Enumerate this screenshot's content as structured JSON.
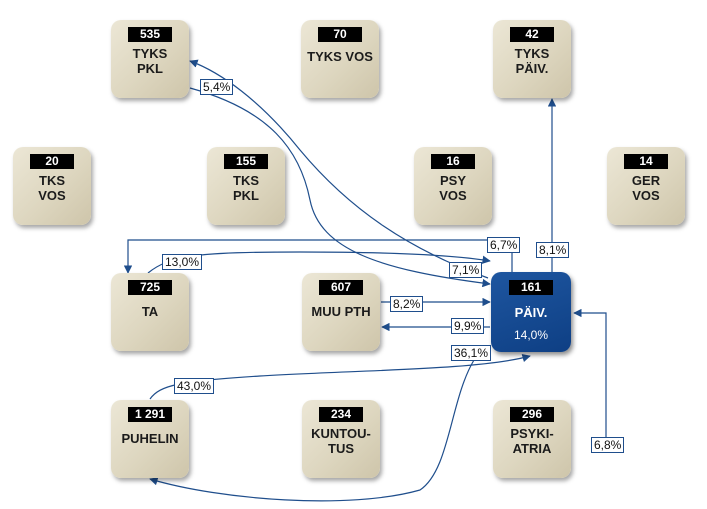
{
  "nodes": {
    "tyks_pkl": {
      "count": "535",
      "label": "TYKS\nPKL"
    },
    "tyks_vos": {
      "count": "70",
      "label": "TYKS VOS"
    },
    "tyks_paiv": {
      "count": "42",
      "label": "TYKS\nPÄIV."
    },
    "tks_vos": {
      "count": "20",
      "label": "TKS\nVOS"
    },
    "tks_pkl": {
      "count": "155",
      "label": "TKS\nPKL"
    },
    "psy_vos": {
      "count": "16",
      "label": "PSY\nVOS"
    },
    "ger_vos": {
      "count": "14",
      "label": "GER\nVOS"
    },
    "ta": {
      "count": "725",
      "label": "TA"
    },
    "muu_pth": {
      "count": "607",
      "label": "MUU PTH"
    },
    "paiv": {
      "count": "161",
      "label": "PÄIV.",
      "share": "14,0%"
    },
    "puhelin": {
      "count": "1 291",
      "label": "PUHELIN"
    },
    "kuntoutus": {
      "count": "234",
      "label": "KUNTOU-\nTUS"
    },
    "psykiatria": {
      "count": "296",
      "label": "PSYKI-\nATRIA"
    }
  },
  "edges": {
    "paiv_to_tyks_pkl": "5,4%",
    "tyks_pkl_to_paiv": "7,1%",
    "paiv_to_tyks_paiv": "8,1%",
    "paiv_to_ta": "6,7%",
    "ta_to_paiv": "13,0%",
    "muu_pth_to_paiv": "8,2%",
    "paiv_to_muu_pth": "9,9%",
    "paiv_to_puhelin": "36,1%",
    "puhelin_to_paiv": "43,0%",
    "psykiatria_to_paiv": "6,8%"
  },
  "colors": {
    "arrow": "#1f4e8c",
    "highlight_node": "#0e3f84",
    "node_fill": "#ddd6bf"
  }
}
